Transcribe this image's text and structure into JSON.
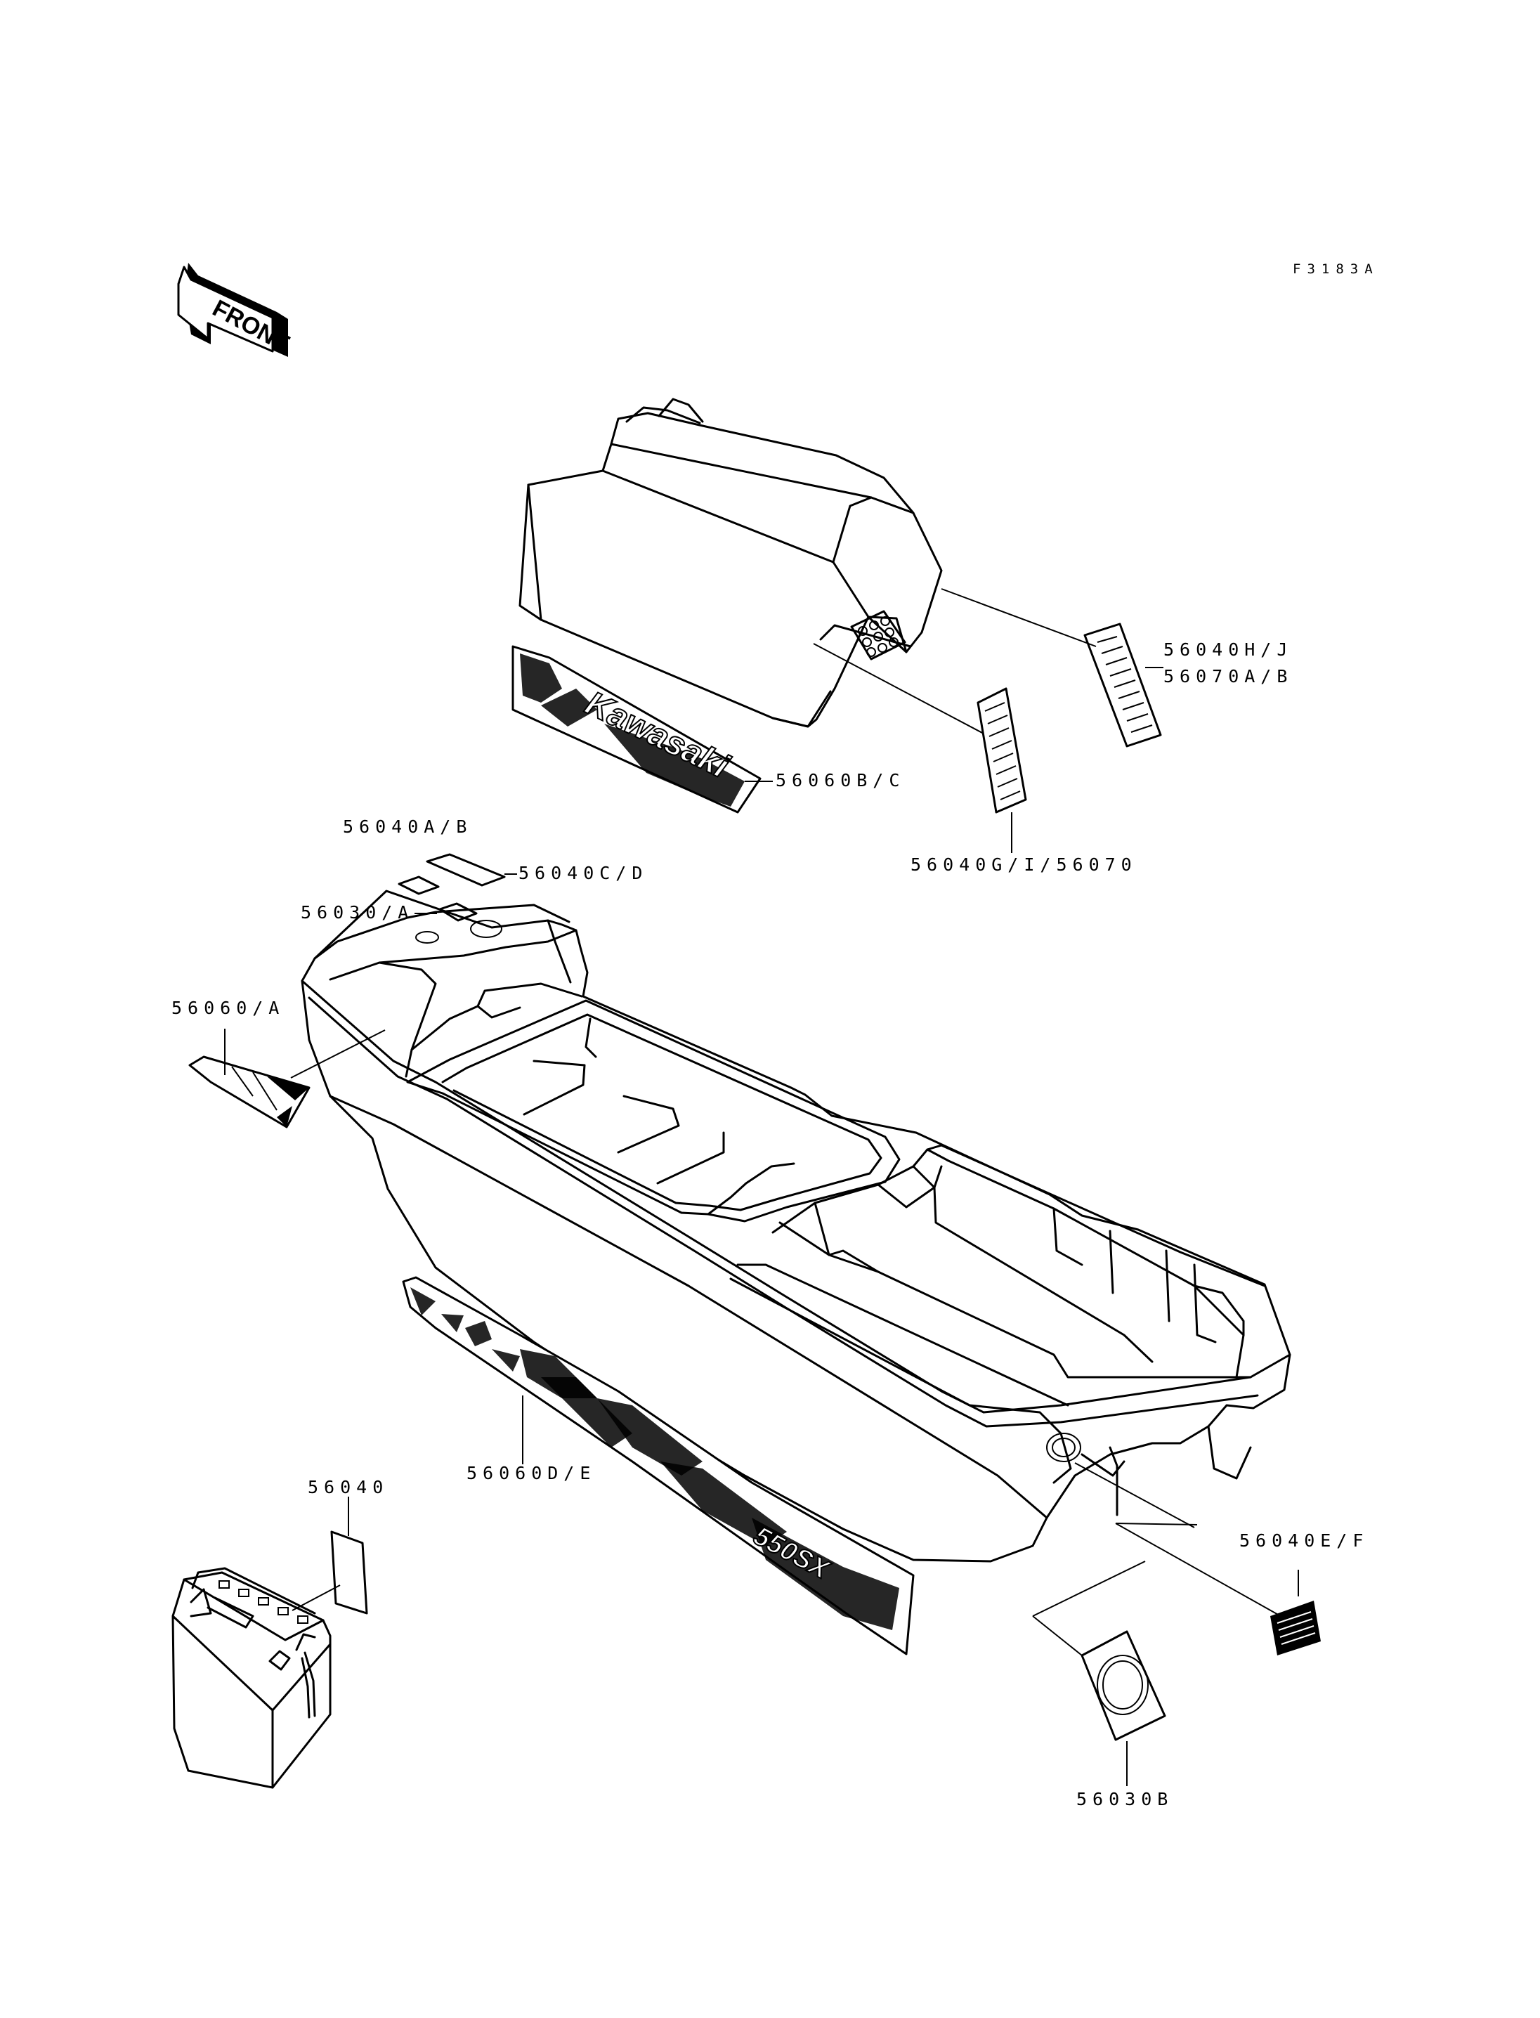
{
  "drawing_code": "F3183A",
  "front_label": "FRONT",
  "brand_decal_text": "Kawasaki",
  "side_decal_text": "550SX",
  "part_labels": {
    "p56040HJ": "56040H/J",
    "p56070AB": "56070A/B",
    "p56060BC": "56060B/C",
    "p56040GI": "56040G/I/56070",
    "p56040AB": "56040A/B",
    "p56040CD": "56040C/D",
    "p56030A": "56030/A",
    "p56060A": "56060/A",
    "p56040": "56040",
    "p56060DE": "56060D/E",
    "p56040EF": "56040E/F",
    "p56030B": "56030B"
  }
}
